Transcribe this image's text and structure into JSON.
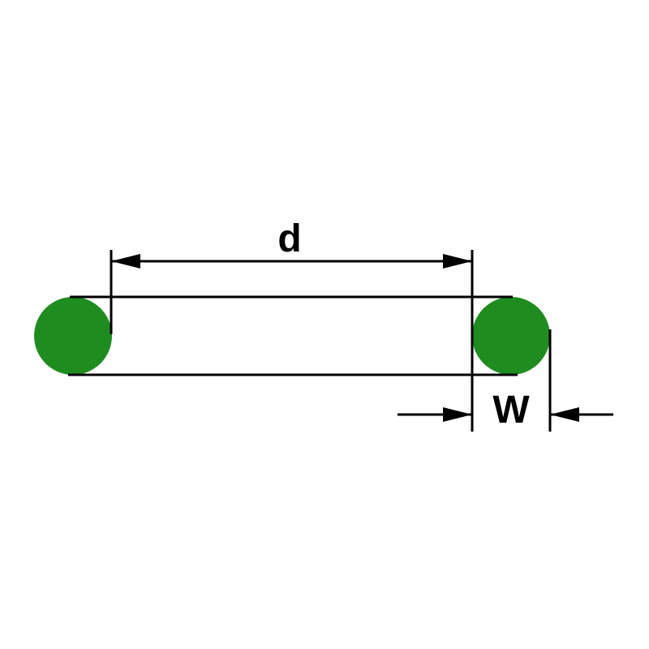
{
  "diagram": {
    "name": "o-ring-dimension-diagram",
    "labels": {
      "inner_diameter": "d",
      "cross_section_width": "W"
    },
    "colors": {
      "ring_fill": "#1e8c1e",
      "line": "#000000",
      "background": "#ffffff"
    }
  }
}
